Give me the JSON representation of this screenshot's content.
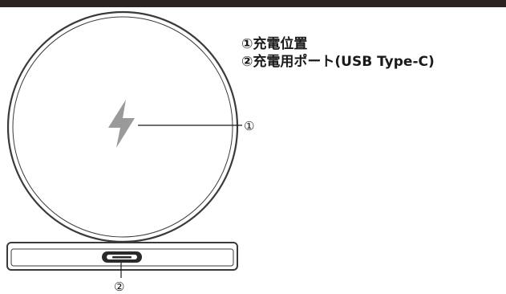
{
  "colors": {
    "top_bar": "#2b2321",
    "outline": "#3a3a3a",
    "bolt": "#9a9a9a",
    "port": "#2a2a2a"
  },
  "legend": {
    "items": [
      {
        "label": "①充電位置"
      },
      {
        "label": "②充電用ポート(USB Type-C)"
      }
    ]
  },
  "callouts": {
    "charging_position": "①",
    "charging_port": "②"
  },
  "icons": {
    "charging_area": "lightning-bolt-icon",
    "port": "usb-c-port-icon"
  }
}
